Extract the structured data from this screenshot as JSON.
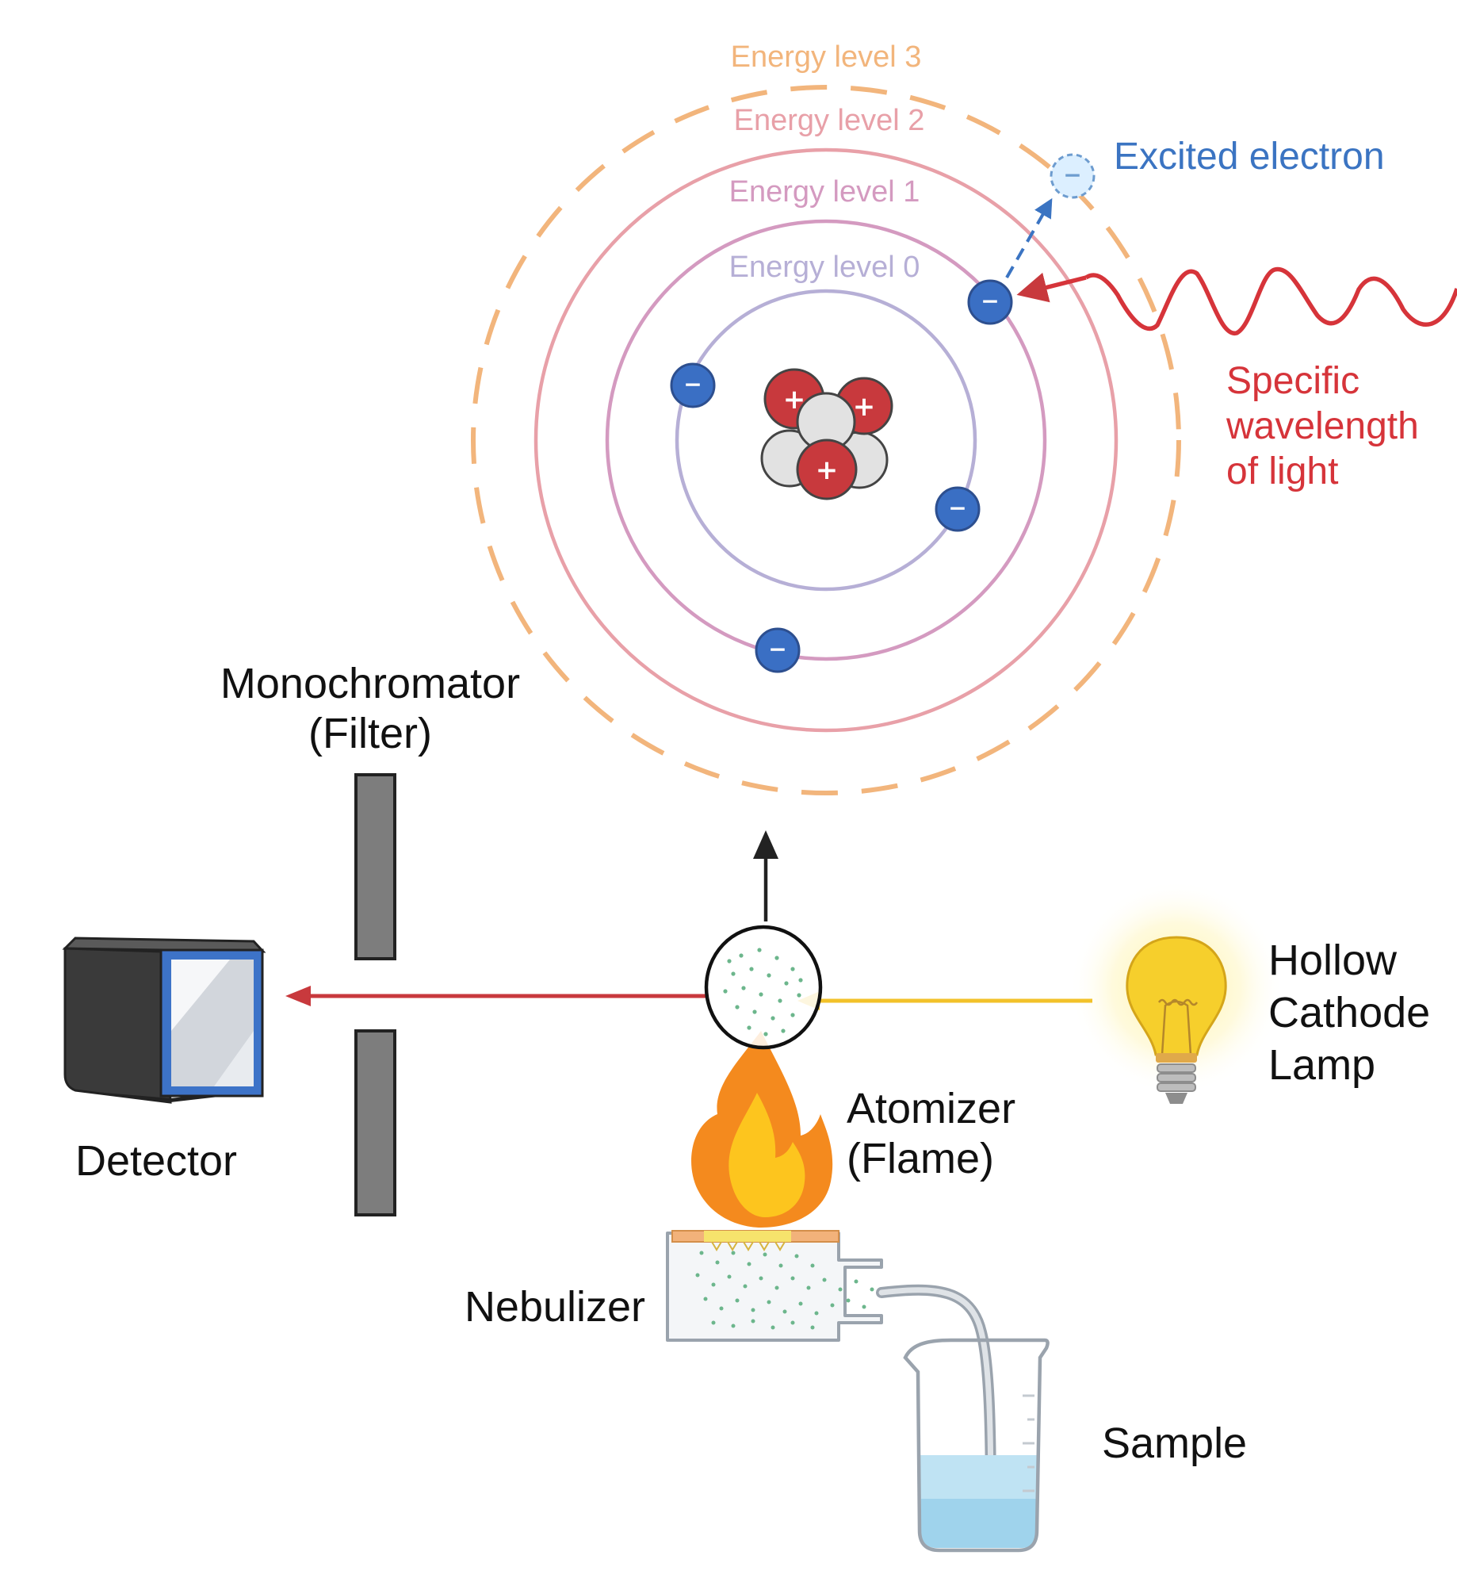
{
  "diagram": {
    "atom": {
      "energy_levels": [
        "Energy level 0",
        "Energy level 1",
        "Energy level 2",
        "Energy level 3"
      ],
      "excited_electron_label": "Excited electron",
      "light_label": [
        "Specific",
        "wavelength",
        "of light"
      ],
      "proton_sign": "+",
      "electron_sign": "−"
    },
    "components": {
      "monochromator": [
        "Monochromator",
        "(Filter)"
      ],
      "detector": "Detector",
      "lamp": [
        "Hollow",
        "Cathode",
        "Lamp"
      ],
      "atomizer": [
        "Atomizer",
        "(Flame)"
      ],
      "nebulizer": "Nebulizer",
      "sample": "Sample"
    },
    "colors": {
      "level0": "#b6afd6",
      "level1": "#d49ac0",
      "level2": "#e8a0a8",
      "level3": "#f2b57c",
      "electron": "#3a6fc4",
      "proton": "#c8393d",
      "excited_text": "#3b74c2",
      "light": "#d6343a",
      "lamp_beam": "#f2c22a"
    }
  }
}
